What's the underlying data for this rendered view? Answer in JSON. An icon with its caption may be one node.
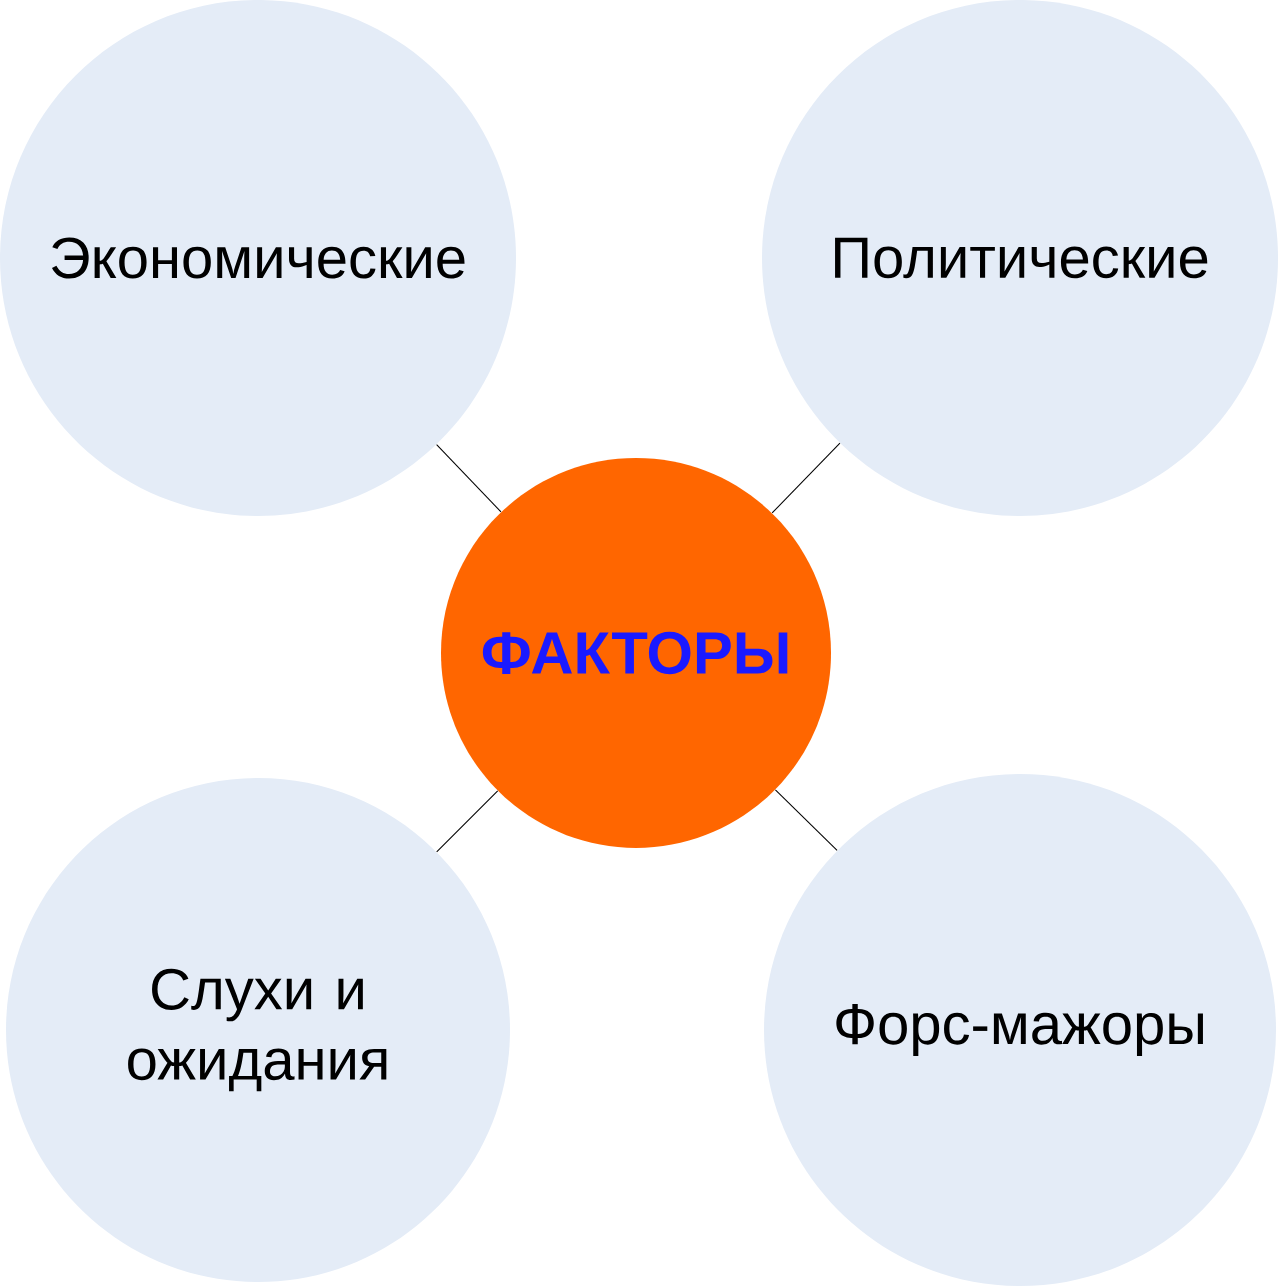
{
  "diagram": {
    "nodes": [
      {
        "text": [
          "Экономические"
        ]
      },
      {
        "text": [
          "Политические"
        ]
      },
      {
        "text": [
          "ФАКТОРЫ"
        ]
      },
      {
        "text": [
          "Слухи и ожидания"
        ]
      },
      {
        "text": [
          "Форс-мажоры"
        ]
      }
    ],
    "edges": [
      {
        "from": 2,
        "to": 0,
        "arrow": "none"
      },
      {
        "from": 2,
        "to": 1,
        "arrow": "none"
      },
      {
        "from": 2,
        "to": 3,
        "arrow": "none"
      },
      {
        "from": 2,
        "to": 4,
        "arrow": "none"
      }
    ]
  }
}
